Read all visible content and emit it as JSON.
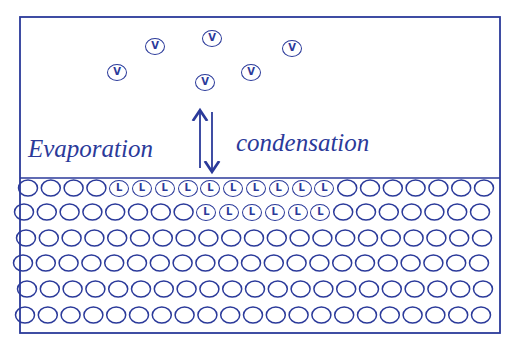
{
  "diagram": {
    "nodes": [
      {
        "text": [
          "V"
        ]
      },
      {
        "text": [
          "V"
        ]
      },
      {
        "text": [
          "V"
        ]
      },
      {
        "text": [
          "V"
        ]
      },
      {
        "text": [
          "V"
        ]
      },
      {
        "text": [
          "V"
        ]
      },
      {
        "text": [
          "L"
        ]
      },
      {
        "text": [
          "L"
        ]
      },
      {
        "text": [
          "L"
        ]
      },
      {
        "text": [
          "L"
        ]
      },
      {
        "text": [
          "L"
        ]
      },
      {
        "text": [
          "L"
        ]
      },
      {
        "text": [
          "L"
        ]
      },
      {
        "text": [
          "L"
        ]
      },
      {
        "text": [
          "L"
        ]
      },
      {
        "text": [
          "L"
        ]
      },
      {
        "text": [
          "L"
        ]
      },
      {
        "text": [
          "L"
        ]
      },
      {
        "text": [
          "L"
        ]
      },
      {
        "text": [
          "L"
        ]
      },
      {
        "text": [
          "L"
        ]
      },
      {
        "text": [
          "L"
        ]
      }
    ],
    "labels": [
      "Evaporation",
      "condensation"
    ]
  }
}
